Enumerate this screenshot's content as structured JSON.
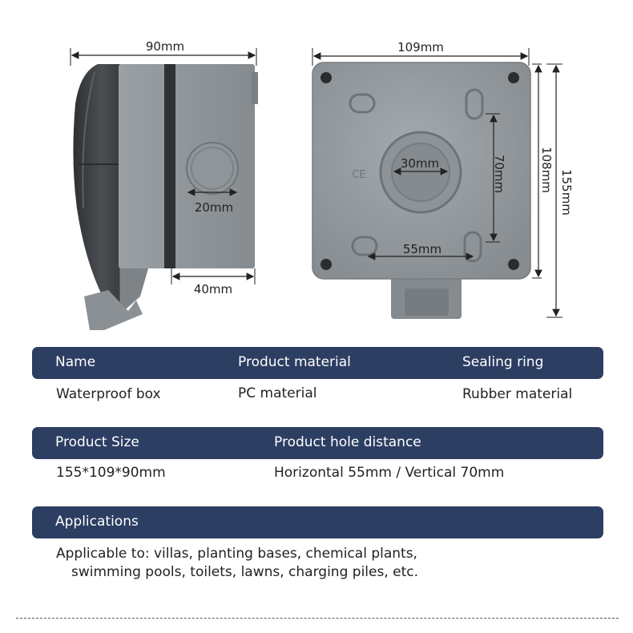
{
  "diagram": {
    "side_view": {
      "width_label": "90mm",
      "knob_label": "20mm",
      "depth_label": "40mm"
    },
    "front_view": {
      "width_label": "109mm",
      "hole_label": "30mm",
      "vertical_label": "70mm",
      "horizontal_label": "55mm",
      "height_label": "108mm",
      "total_height_label": "155mm",
      "ce_mark": "CE"
    }
  },
  "table1": {
    "headers": [
      "Name",
      "Product material",
      "Sealing ring"
    ],
    "values": [
      "Waterproof box",
      "PC material",
      "Rubber material"
    ]
  },
  "table2": {
    "headers": [
      "Product Size",
      "Product hole distance"
    ],
    "values": [
      "155*109*90mm",
      "Horizontal 55mm / Vertical 70mm"
    ]
  },
  "table3": {
    "header": "Applications",
    "line1": "Applicable to: villas, planting bases, chemical plants,",
    "line2": "swimming pools, toilets, lawns, charging piles, etc."
  },
  "colors": {
    "header_bar": "#2c3e62",
    "product_gray": "#8f9599",
    "lid_dark": "#3a3d40"
  }
}
